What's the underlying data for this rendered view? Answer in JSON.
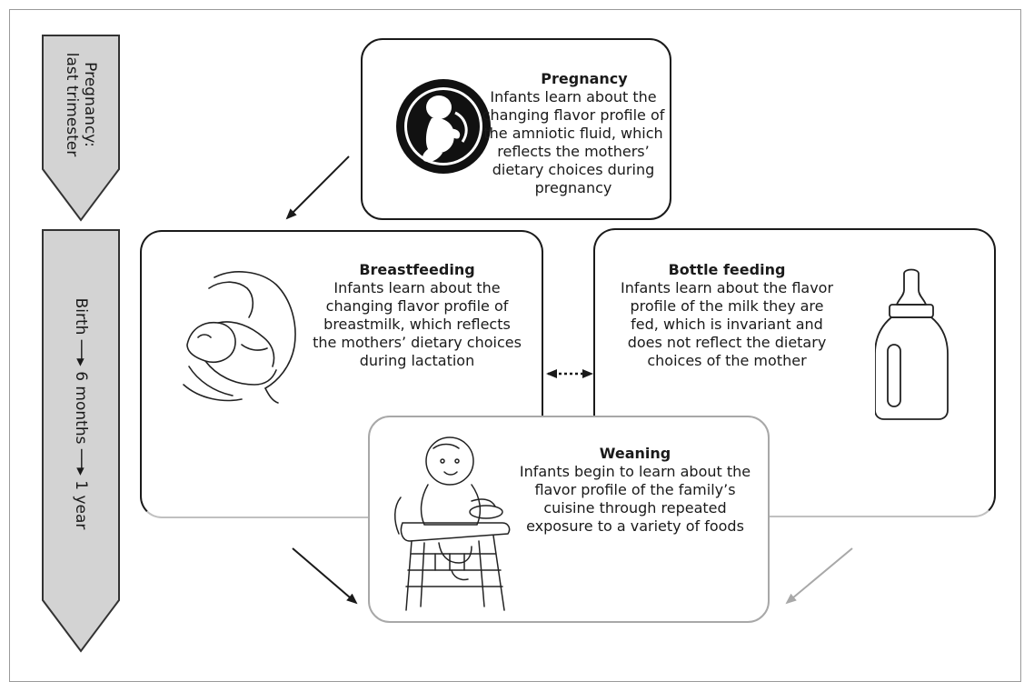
{
  "timeline": {
    "top_label": "Pregnancy:\nlast trimester",
    "bottom_label": "Birth ──▸ 6 months ──▸ 1 year"
  },
  "stages": {
    "pregnancy": {
      "title": "Pregnancy",
      "body": "Infants learn about the changing flavor profile of the amniotic fluid, which reflects the mothers’ dietary choices during pregnancy"
    },
    "breastfeeding": {
      "title": "Breastfeeding",
      "body": "Infants learn about the changing flavor profile of breastmilk, which reflects the mothers’ dietary choices during lactation"
    },
    "bottle": {
      "title": "Bottle feeding",
      "body": "Infants learn about the flavor profile of the milk they are fed, which is invariant and does not reflect the dietary choices of the mother"
    },
    "weaning": {
      "title": "Weaning",
      "body": "Infants begin to learn about the flavor profile of the family’s cuisine through repeated exposure to a variety of foods"
    }
  },
  "icons": {
    "pregnancy": "fetus-in-womb-icon",
    "breastfeeding": "breastfeeding-mother-icon",
    "bottle": "baby-bottle-icon",
    "weaning": "baby-in-high-chair-icon"
  },
  "colors": {
    "timeline_fill": "#d3d3d3",
    "outline": "#1a1a1a",
    "faded_outline": "#a8a8a8"
  }
}
